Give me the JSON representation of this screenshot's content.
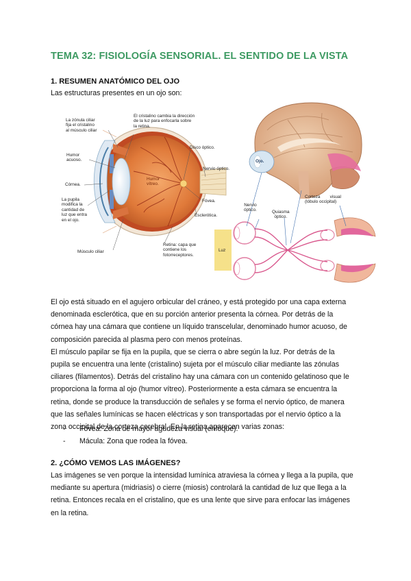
{
  "doc": {
    "title": "TEMA 32: FISIOLOGÍA SENSORIAL. EL SENTIDO DE LA VISTA",
    "section1": {
      "heading": "1. RESUMEN ANATÓMICO DEL OJO",
      "intro": "Las estructuras presentes en un ojo son:"
    },
    "figure": {
      "zonula": [
        "La zónula ciliar",
        "fija el cristalino",
        "al músculo ciliar"
      ],
      "cristalino": [
        "El cristalino cambia la dirección",
        "de la luz para enfocarla sobre",
        "la retina."
      ],
      "humor_acuoso": [
        "Humor",
        "acuoso."
      ],
      "cornea": "Córnea.",
      "pupila": [
        "La pupila",
        "modifica la",
        "cantidad de",
        "luz que entra",
        "en el ojo."
      ],
      "musculo_ciliar": "Músculo ciliar",
      "humor_vitreo": [
        "Humor",
        "vítreo."
      ],
      "disco_optico": "Disco óptico.",
      "nervio_optico": "Nervio óptico.",
      "fovea": "Fóvea.",
      "esclerotica": "Esclerótica.",
      "retina": [
        "Retina: capa que",
        "contiene los",
        "fotorreceptores."
      ],
      "ojo": "Ojo.",
      "nervio_optico_2": [
        "Nervio",
        "óptico."
      ],
      "quiasma": [
        "Quiasma",
        "óptico."
      ],
      "corteza": [
        "Corteza        visual",
        "(lóbulo occipital)"
      ],
      "luz": "Luz"
    },
    "para1": [
      "El ojo está situado en el agujero orbicular del cráneo, y está protegido por una capa externa",
      "denominada esclerótica, que en su porción anterior presenta la córnea.  Por detrás de la",
      "córnea hay una cámara que contiene un líquido transcelular, denominado humor acuoso, de",
      "composición parecida al plasma pero con menos proteínas.",
      "El músculo papilar se fija en la pupila, que se cierra o abre según la luz.  Por detrás de la",
      "pupila se encuentra una lente (cristalino) sujeta por el músculo ciliar mediante las zónulas",
      "ciliares (filamentos).  Detrás del cristalino hay una cámara con un contenido gelatinoso que le",
      "proporciona la forma al ojo (humor vítreo).  Posteriormente a esta cámara se encuentra la",
      "retina, donde se produce la transducción de señales y se forma el nervio óptico, de manera",
      "que las señales lumínicas se hacen eléctricas y son transportadas por el nervio óptico a la",
      "zona occipital de la corteza cerebral.  En la retina aparecen varias zonas:"
    ],
    "list": [
      "Fóvea: Zona de mayor agudeza visual (enfoque).",
      "Mácula: Zona que rodea la fóvea."
    ],
    "list_marker": "-",
    "section2": {
      "heading": "2. ¿CÓMO VEMOS LAS IMÁGENES?",
      "lines": [
        "Las imágenes se ven porque la intensidad lumínica atraviesa la córnea y llega a la pupila, que",
        "mediante su apertura (midriasis) o cierre (miosis) controlará la cantidad de luz que llega a la",
        "retina.  Entonces recala en el cristalino, que es una lente que sirve para enfocar las imágenes",
        "en la retina."
      ]
    }
  }
}
